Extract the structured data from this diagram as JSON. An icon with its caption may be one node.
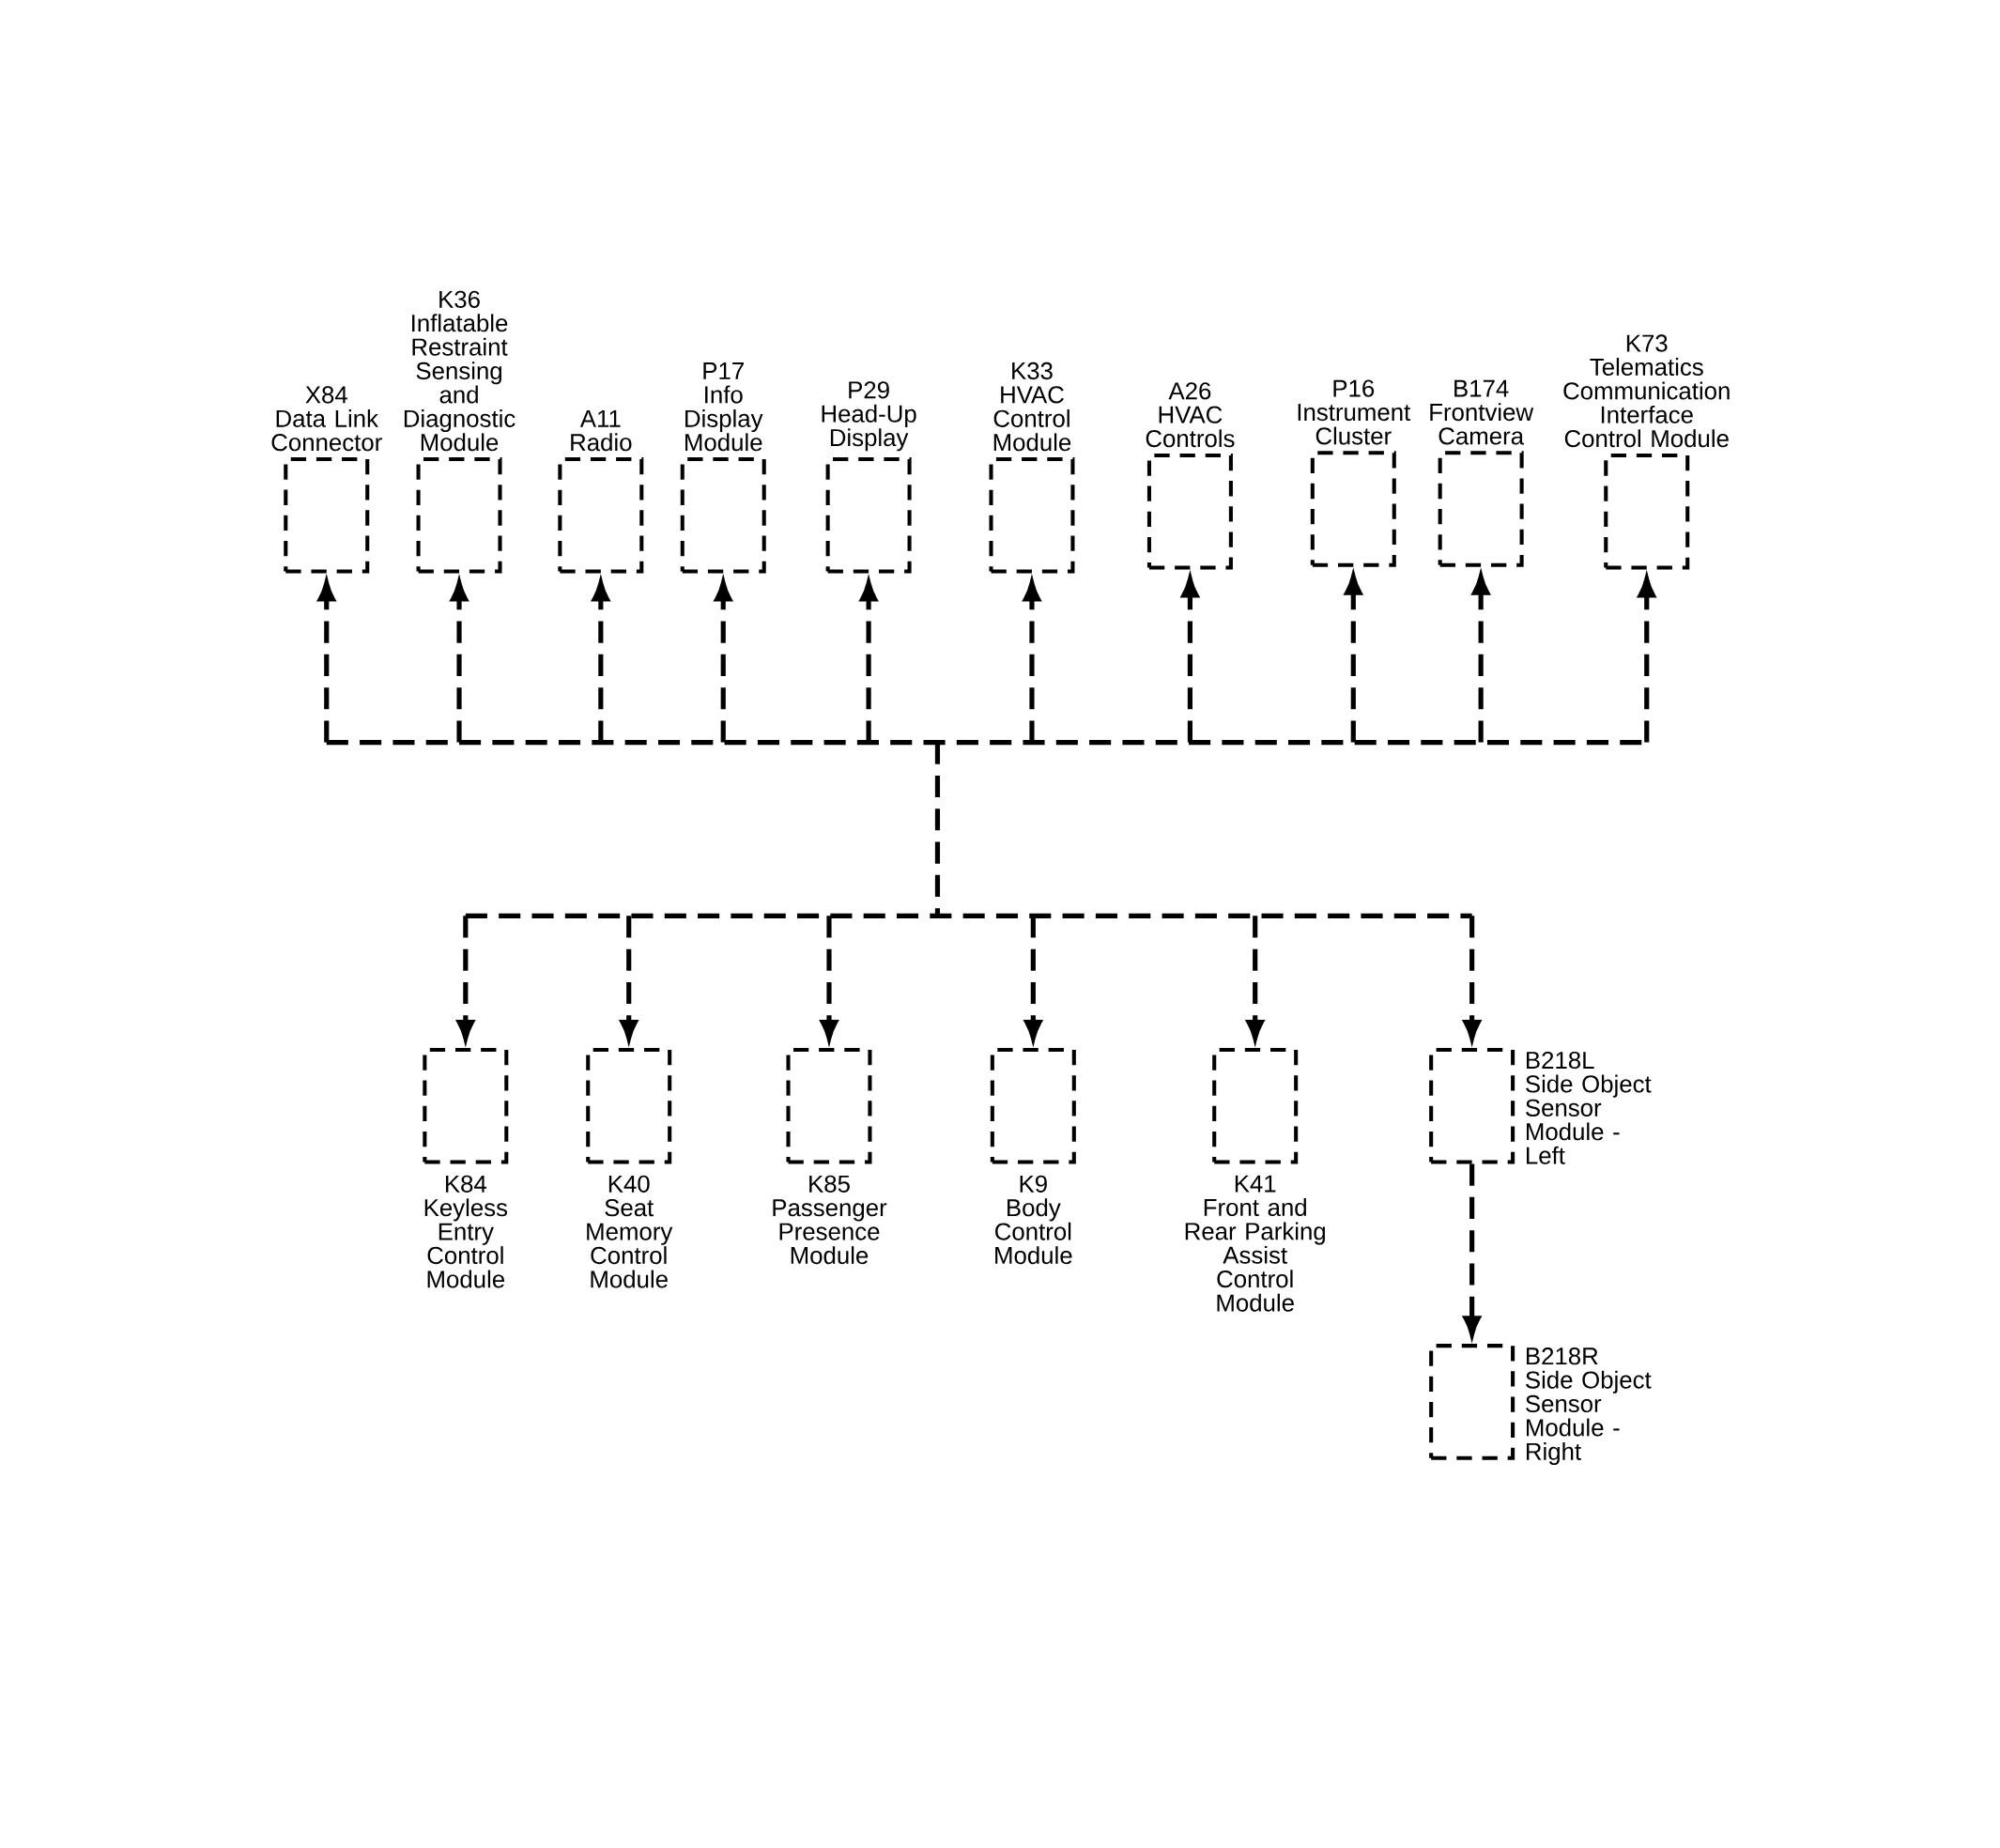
{
  "diagram": {
    "nodes": [
      {
        "text": [
          "X84",
          "Data Link Connector"
        ]
      },
      {
        "text": [
          "K36",
          "Inflatable Restraint Sensing and Diagnostic Module"
        ]
      },
      {
        "text": [
          "A11",
          "Radio"
        ]
      },
      {
        "text": [
          "P17",
          "Info Display Module"
        ]
      },
      {
        "text": [
          "P29",
          "Head-Up Display"
        ]
      },
      {
        "text": [
          "K33",
          "HVAC Control Module"
        ]
      },
      {
        "text": [
          "A26",
          "HVAC Controls"
        ]
      },
      {
        "text": [
          "P16",
          "Instrument Cluster"
        ]
      },
      {
        "text": [
          "B174",
          "Frontview Camera"
        ]
      },
      {
        "text": [
          "K73",
          "Telematics Communication Interface Control Module"
        ]
      },
      {
        "text": [
          "K84",
          "Keyless Entry Control Module"
        ]
      },
      {
        "text": [
          "K40",
          "Seat Memory Control Module"
        ]
      },
      {
        "text": [
          "K85",
          "Passenger Presence Module"
        ]
      },
      {
        "text": [
          "K9",
          "Body Control Module"
        ]
      },
      {
        "text": [
          "K41",
          "Front and Rear Parking Assist Control Module"
        ]
      },
      {
        "text": [
          "B218L",
          "Side Object Sensor Module - Left"
        ]
      },
      {
        "text": [
          "B218R",
          "Side Object Sensor Module - Right"
        ]
      }
    ],
    "edges": [
      {
        "from": null,
        "to": 0,
        "arrow": "to"
      },
      {
        "from": null,
        "to": 1,
        "arrow": "to"
      },
      {
        "from": null,
        "to": 2,
        "arrow": "to"
      },
      {
        "from": null,
        "to": 3,
        "arrow": "to"
      },
      {
        "from": null,
        "to": 4,
        "arrow": "to"
      },
      {
        "from": null,
        "to": 5,
        "arrow": "to"
      },
      {
        "from": null,
        "to": 6,
        "arrow": "to"
      },
      {
        "from": null,
        "to": 7,
        "arrow": "to"
      },
      {
        "from": null,
        "to": 8,
        "arrow": "to"
      },
      {
        "from": null,
        "to": 9,
        "arrow": "to"
      },
      {
        "from": null,
        "to": 10,
        "arrow": "to"
      },
      {
        "from": null,
        "to": 11,
        "arrow": "to"
      },
      {
        "from": null,
        "to": 12,
        "arrow": "to"
      },
      {
        "from": null,
        "to": 13,
        "arrow": "to"
      },
      {
        "from": null,
        "to": 14,
        "arrow": "to"
      },
      {
        "from": null,
        "to": 15,
        "arrow": "to"
      },
      {
        "from": 15,
        "to": 16,
        "arrow": "to"
      }
    ]
  }
}
